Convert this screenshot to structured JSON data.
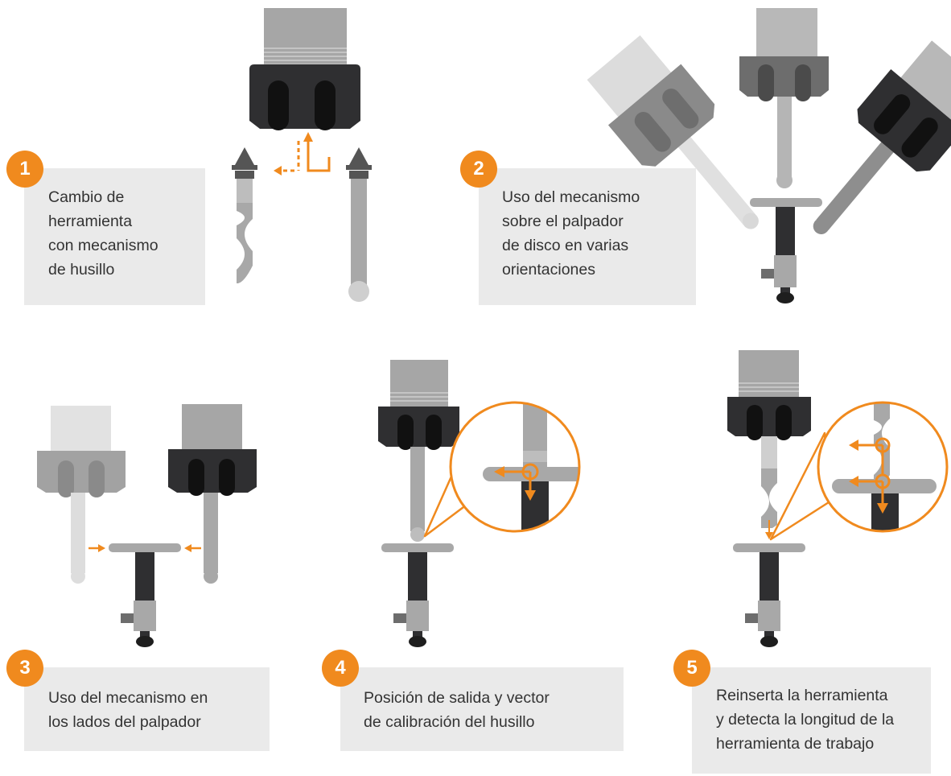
{
  "steps": [
    {
      "number": "1",
      "caption": "Cambio de\nherramienta\ncon mecanismo\nde husillo"
    },
    {
      "number": "2",
      "caption": "Uso del mecanismo\nsobre el palpador\nde disco en varias\norientaciones"
    },
    {
      "number": "3",
      "caption": "Uso del mecanismo en\nlos lados del palpador"
    },
    {
      "number": "4",
      "caption": "Posición de salida y vector\nde calibración del husillo"
    },
    {
      "number": "5",
      "caption": "Reinserta la herramienta\ny detecta la longitud de la\nherramienta de trabajo"
    }
  ],
  "colors": {
    "accent": "#f08a1e",
    "panel": "#eaeaea",
    "text": "#333333",
    "dark": "#2f2f31",
    "mid": "#6d6d6d",
    "light": "#a8a8a8",
    "pale": "#cfcfcf"
  }
}
